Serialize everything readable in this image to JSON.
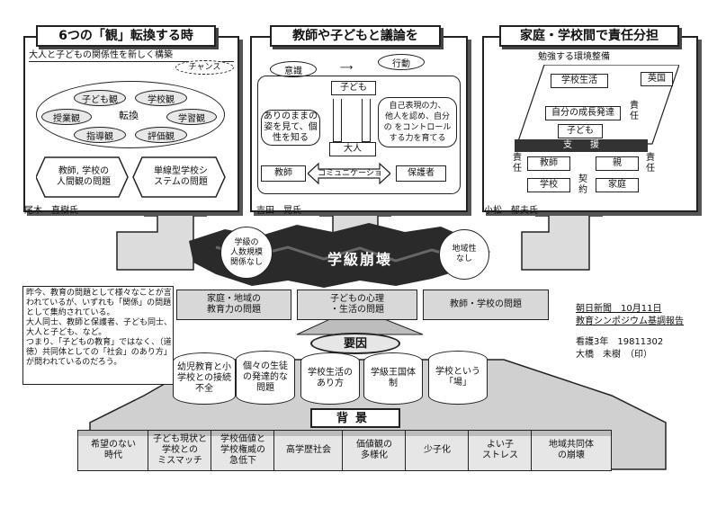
{
  "panels": {
    "left": {
      "title": "6つの「観」転換する時",
      "sub": "大人と子どもの関係性を新しく構築",
      "chance": "チャンス",
      "ovals": [
        "子ども観",
        "学校観",
        "授業観",
        "転換",
        "学習観",
        "指導観",
        "評価観"
      ],
      "hex1": "教師, 学校の\n人間観の問題",
      "hex2": "単線型学校シ\nステムの問題",
      "author": "尾木　直樹氏"
    },
    "middle": {
      "title": "教師や子どもと議論を",
      "ishiki": "意識",
      "kodo": "行動",
      "kodomo": "子ども",
      "left_text": "ありのままの\n姿を見て、個\n性を知る",
      "right_text": "自己表現の力、\n他人を認め、自分\nの をコントロール\nする力を育てる",
      "otona": "大人",
      "kyoshi": "教師",
      "comm": "コミュニケーショ",
      "hogosha": "保護者",
      "author": "吉田　晃氏"
    },
    "right": {
      "title": "家庭・学校間で責任分担",
      "sub": "勉強する環境整備",
      "eikoku": "英国",
      "gakko_seikatsu": "学校生活",
      "seicho": "自分の成長発達",
      "sekinin": "責\n任",
      "kodomo": "子ども",
      "shien": "支　　援",
      "sekinin2": "責\n任",
      "kyoshi": "教師",
      "oya": "親",
      "sekinin3": "責\n任",
      "gakko": "学校",
      "keiyaku": "契\n約",
      "katei": "家庭",
      "author": "小松　郁夫氏"
    }
  },
  "center": {
    "circle_left": "学級の\n人数規模\n関係なし",
    "hokai": "学級崩壊",
    "circle_right": "地域性\nなし"
  },
  "note": "昨今、教育の問題として様々なことが言われているが、いずれも「関係」の問題として集約されている。\n大人同士、教師と保護者、子ども同士、大人と子ども、など。\nつまり、「子どもの教育」ではなく、（道徳）共同体としての「社会」のあり方」が問われているのだろう。",
  "problems": [
    "家庭・地域の\n教育力の問題",
    "子どもの心理\n・生活の問題",
    "教師・学校の問題"
  ],
  "source": {
    "line1": "朝日新聞　10月11日",
    "line2": "教育シンポジウム基調報告",
    "line3": "看護3年　19811302",
    "line4": "大橋　未樹　（印）"
  },
  "youin": {
    "label": "要因",
    "items": [
      "幼児教育と小\n学校との接続\n不全",
      "個々の生徒\nの発達的な\n問題",
      "学校生活の\nあり方",
      "学級王国体\n制",
      "学校という\n「場」"
    ]
  },
  "haikei": {
    "label": "背景",
    "items": [
      "希望のない\n時代",
      "子ども現状と\n学校との\nミスマッチ",
      "学校価値と\n学校権威の\n急低下",
      "高学歴社会",
      "価値観の\n多様化",
      "少子化",
      "よい子\nストレス",
      "地域共同体\nの崩壊"
    ]
  }
}
